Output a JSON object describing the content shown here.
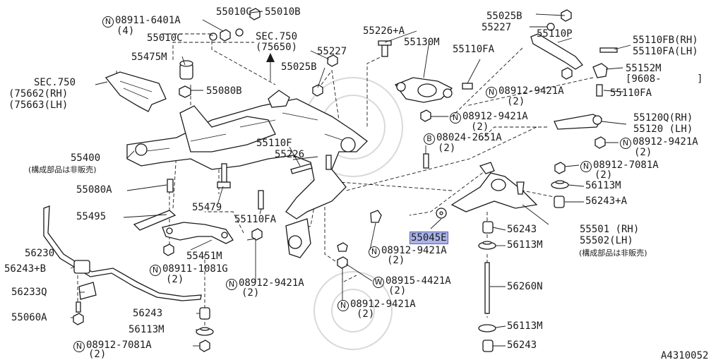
{
  "figure_code": "A4310052",
  "note_not_sold_separately": "(構成部品は非販売)",
  "labels": {
    "n_08911_6401A": {
      "prefix": "N",
      "code": "08911-6401A",
      "qty": "(4)"
    },
    "p_55010C_top": "55010C",
    "p_55010B": "55010B",
    "p_55010C": "55010C",
    "sec750_a": {
      "code": "SEC.750",
      "ref": "(75650)"
    },
    "p_55475M": "55475M",
    "p_55080B": "55080B",
    "sec750_b": {
      "code": "SEC.750",
      "rh": "(75662(RH)",
      "lh": "(75663(LH)"
    },
    "p_55227_a": "55227",
    "p_55025B_a": "55025B",
    "p_55226A": "55226+A",
    "p_55130M": "55130M",
    "p_55110FA_a": "55110FA",
    "p_55025B_b": "55025B",
    "p_55227_b": "55227",
    "p_55110P": "55110P",
    "p_55110FB": "55110FB(RH)",
    "p_55110FA_lh": "55110FA(LH)",
    "p_55152M": {
      "code": "55152M",
      "note": "[9608-      ]"
    },
    "n_08912_9421A_a": {
      "prefix": "N",
      "code": "08912-9421A",
      "qty": "(2)"
    },
    "p_55110FA_b": "55110FA",
    "n_08912_9421A_b": {
      "prefix": "N",
      "code": "08912-9421A",
      "qty": "(2)"
    },
    "p_55120Q": "55120Q(RH)",
    "p_55120": "55120 (LH)",
    "b_08024_2651A": {
      "prefix": "B",
      "code": "08024-2651A",
      "qty": "(2)"
    },
    "n_08912_9421A_c": {
      "prefix": "N",
      "code": "08912-9421A",
      "qty": "(2)"
    },
    "p_55400": "55400",
    "p_55110F": "55110F",
    "p_55226": "55226",
    "n_08912_7081A_a": {
      "prefix": "N",
      "code": "08912-7081A",
      "qty": "(2)"
    },
    "p_55080A": "55080A",
    "p_56113M_a": "56113M",
    "p_56243A": "56243+A",
    "p_55479": "55479",
    "p_55495": "55495",
    "p_55110FA_c": "55110FA",
    "p_56243_a": "56243",
    "p_55045E": "55045E",
    "p_55501": "55501 (RH)",
    "p_55502": "55502(LH)",
    "p_56230": "56230",
    "p_55451M": "55451M",
    "p_56113M_b": "56113M",
    "p_56243B": "56243+B",
    "n_08911_1081G": {
      "prefix": "N",
      "code": "08911-1081G",
      "qty": "(2)"
    },
    "n_08912_9421A_d": {
      "prefix": "N",
      "code": "08912-9421A",
      "qty": "(2)"
    },
    "n_08912_9421A_e": {
      "prefix": "N",
      "code": "08912-9421A",
      "qty": "(2)"
    },
    "w_08915_4421A": {
      "prefix": "W",
      "code": "08915-4421A",
      "qty": "(2)"
    },
    "p_56233Q": "56233Q",
    "p_56260N": "56260N",
    "n_08912_9421A_f": {
      "prefix": "N",
      "code": "08912-9421A",
      "qty": "(2)"
    },
    "p_55060A": "55060A",
    "p_56243_b": "56243",
    "p_56113M_c": "56113M",
    "p_56113M_d": "56113M",
    "n_08912_7081A_b": {
      "prefix": "N",
      "code": "08912-7081A",
      "qty": "(2)"
    },
    "p_56243_c": "56243"
  },
  "colors": {
    "line": "#1a1a1a",
    "highlight": "#aab4e8",
    "watermark": "#d9d9d9"
  }
}
